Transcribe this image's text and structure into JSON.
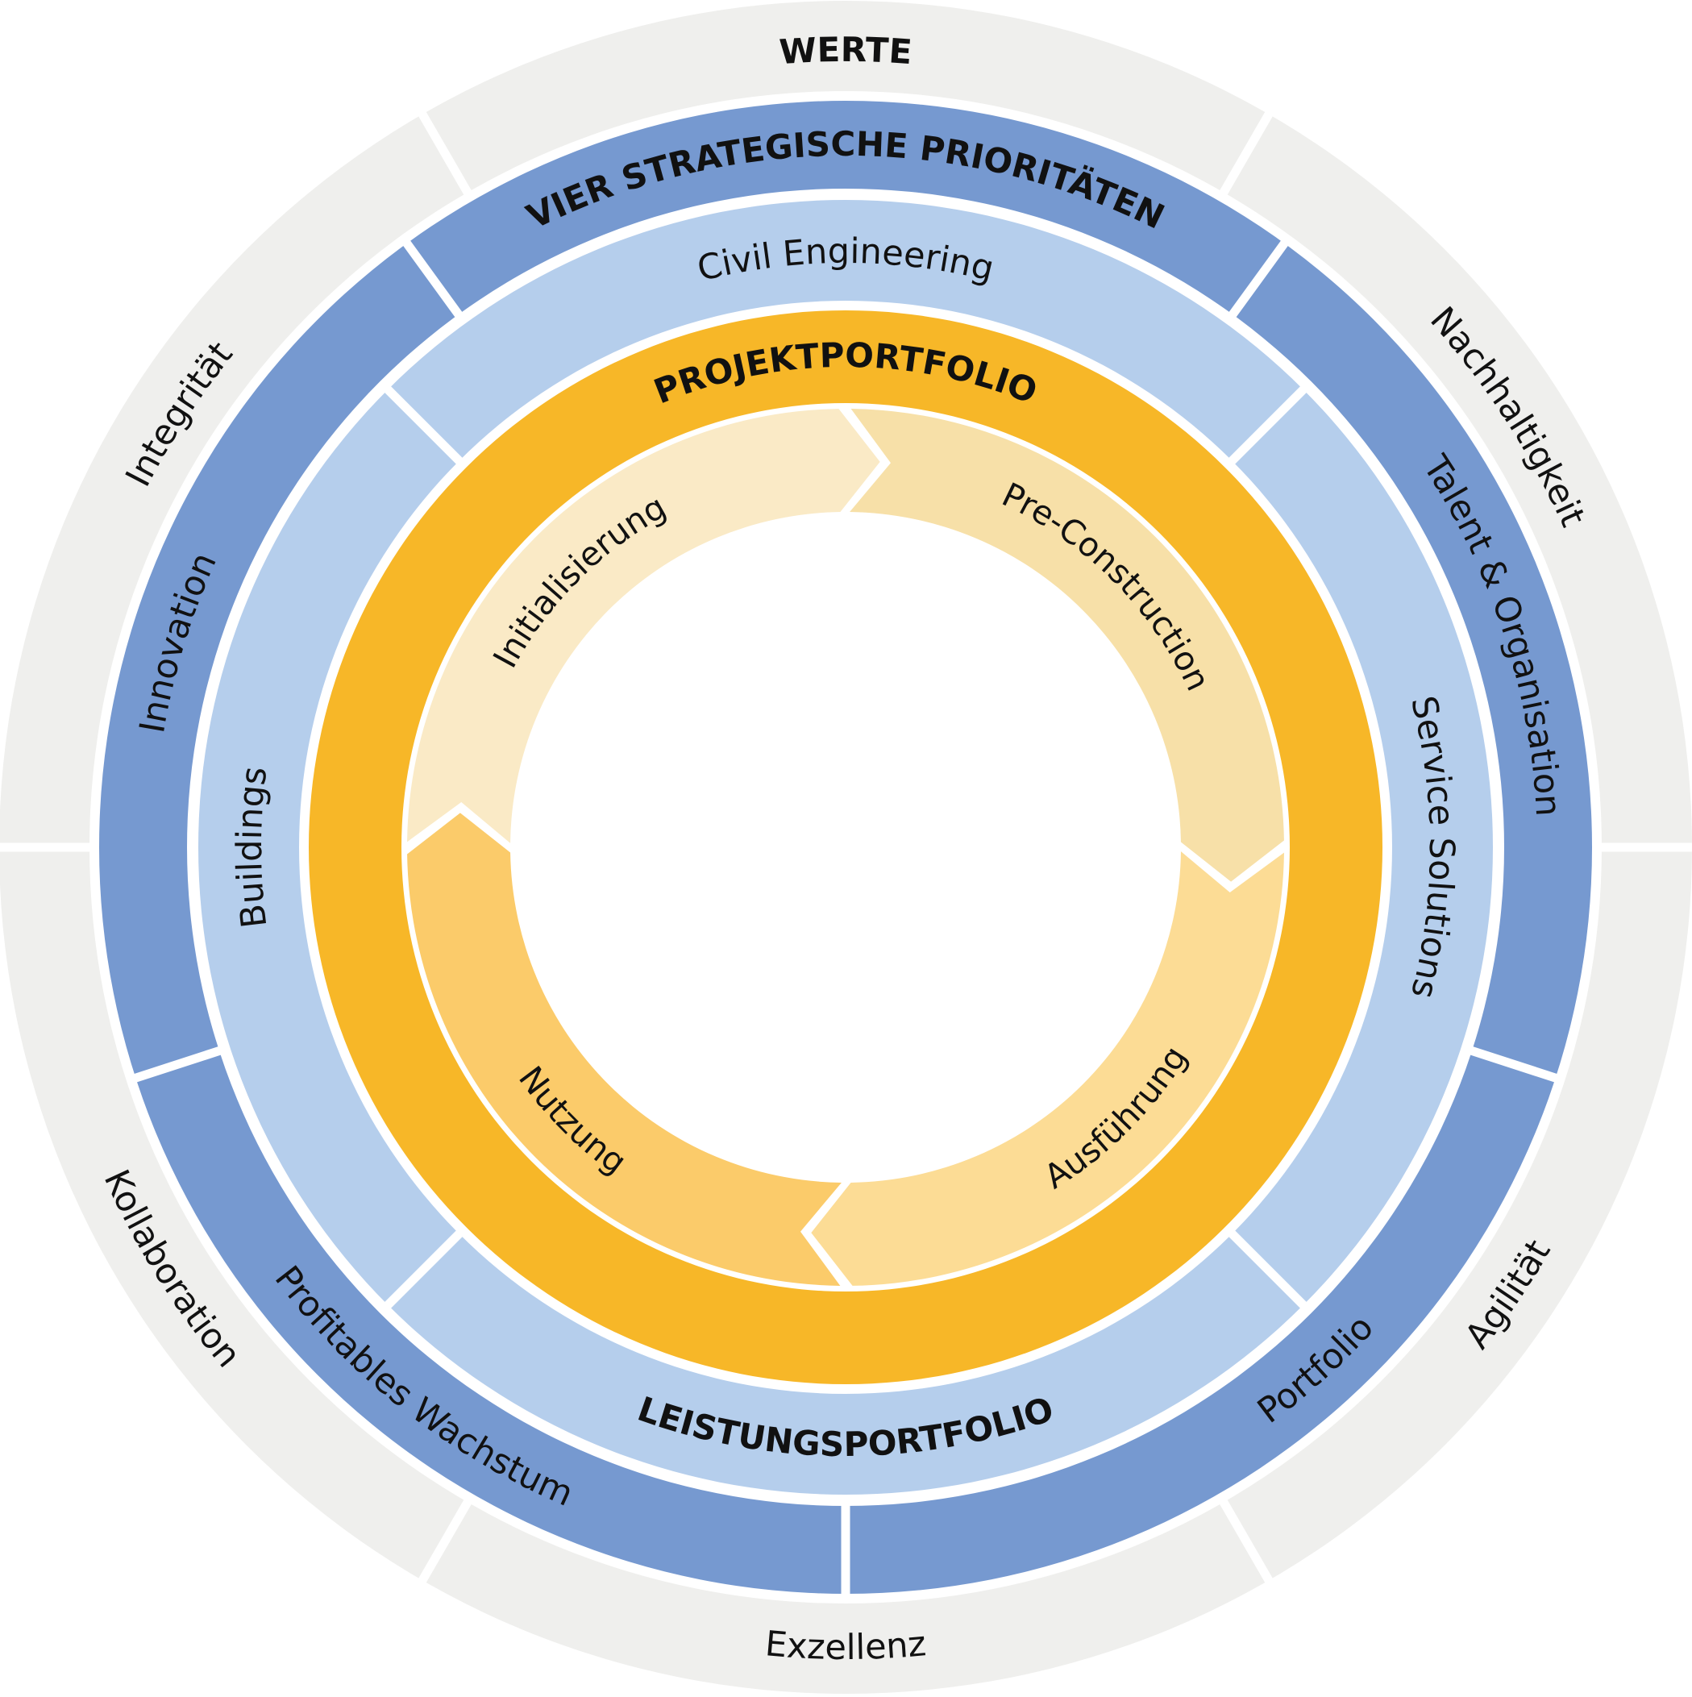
{
  "title": "Strategie-Kreisdiagramm",
  "colors": {
    "values_ring": "#efefed",
    "priorities_ring": "#7699d0",
    "services_ring": "#b5ceec",
    "project_ring": "#f7b728",
    "phase_initialisierung": "#faeac6",
    "phase_preconstruction": "#f7e0a8",
    "phase_ausfuehrung": "#fcdc95",
    "phase_nutzung": "#fbcb6a",
    "text": "#111111",
    "gap": "#ffffff"
  },
  "rings": {
    "values": {
      "heading": "WERTE",
      "items": [
        "Nachhaltigkeit",
        "Agilität",
        "Exzellenz",
        "Kollaboration",
        "Integrität"
      ]
    },
    "priorities": {
      "heading": "VIER STRATEGISCHE PRIORITÄTEN",
      "items": [
        "Talent & Organisation",
        "Portfolio",
        "Profitables Wachstum",
        "Innovation"
      ]
    },
    "services": {
      "heading": "LEISTUNGSPORTFOLIO",
      "items": [
        "Civil Engineering",
        "Service Solutions",
        "Buildings"
      ]
    },
    "projects": {
      "heading": "PROJEKTPORTFOLIO"
    },
    "phases": {
      "items": [
        "Initialisierung",
        "Pre-Construction",
        "Ausführung",
        "Nutzung"
      ]
    }
  }
}
